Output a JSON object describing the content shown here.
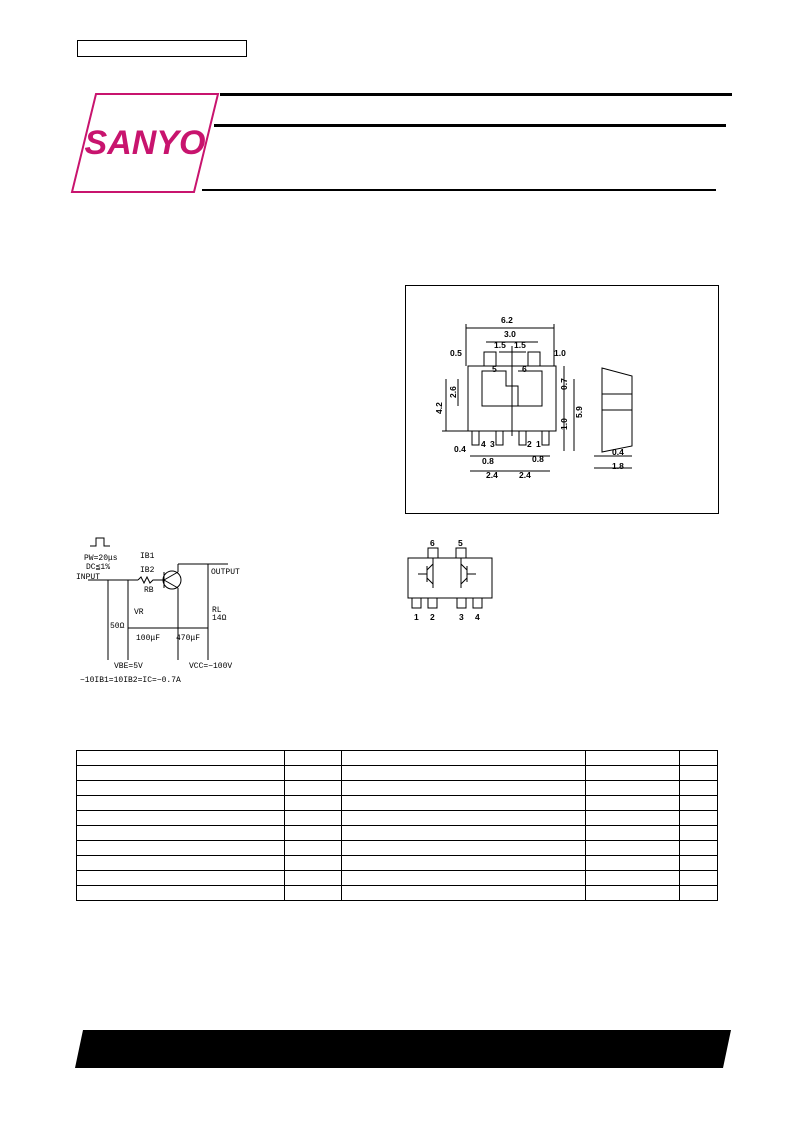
{
  "brand": {
    "logo_text": "SANYO",
    "logo_color": "#c8146e"
  },
  "package_drawing": {
    "dimensions": [
      "6.2",
      "3.0",
      "1.5",
      "1.5",
      "0.5",
      "1.0",
      "4.2",
      "2.6",
      "0.7",
      "5.9",
      "1.0",
      "0.4",
      "0.8",
      "0.8",
      "2.4",
      "2.4",
      "0.4",
      "1.8"
    ],
    "pin_labels": [
      "5",
      "6",
      "4",
      "3",
      "2",
      "1"
    ]
  },
  "test_circuit": {
    "pulse": "PW=20μs",
    "duty": "DC≦1%",
    "input": "INPUT",
    "output": "OUTPUT",
    "ib1": "IB1",
    "ib2": "IB2",
    "rb": "RB",
    "vr": "VR",
    "r50": "50Ω",
    "rl": "RL",
    "rl_val": "14Ω",
    "c1": "100μF",
    "c2": "470μF",
    "vbe": "VBE=5V",
    "vcc": "VCC=−100V",
    "condition": "−10IB1=10IB2=IC=−0.7A"
  },
  "pinout": {
    "top_pins": [
      "6",
      "5"
    ],
    "bottom_pins": [
      "1",
      "2",
      "3",
      "4"
    ]
  },
  "spec_table": {
    "rows": [
      [
        "",
        "",
        "",
        "",
        ""
      ],
      [
        "",
        "",
        "",
        "",
        ""
      ],
      [
        "",
        "",
        "",
        "",
        ""
      ],
      [
        "",
        "",
        "",
        "",
        ""
      ],
      [
        "",
        "",
        "",
        "",
        ""
      ],
      [
        "",
        "",
        "",
        "",
        ""
      ],
      [
        "",
        "",
        "",
        "",
        ""
      ],
      [
        "",
        "",
        "",
        "",
        ""
      ],
      [
        "",
        "",
        "",
        "",
        ""
      ],
      [
        "",
        "",
        "",
        "",
        ""
      ]
    ]
  }
}
